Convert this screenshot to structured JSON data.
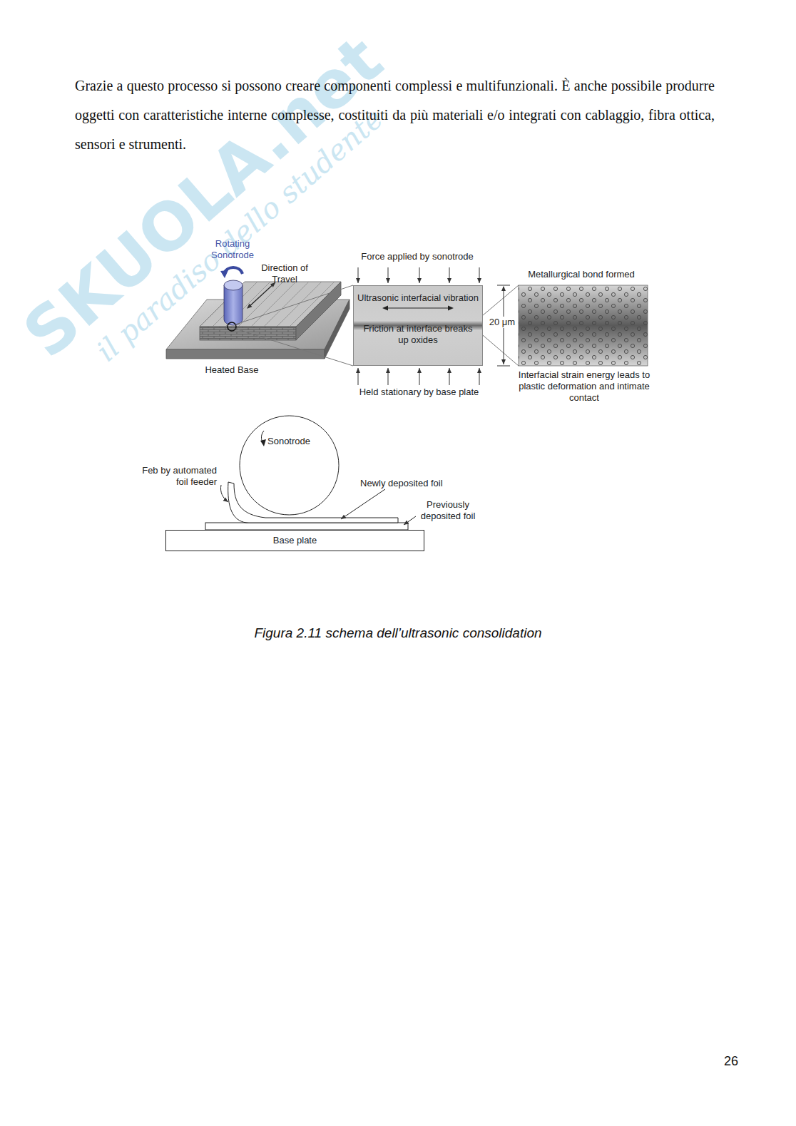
{
  "diagram": {
    "caption": "Figura 2.11 schema dell’ultrasonic consolidation",
    "nodes": [
      {
        "text": [
          "Ultrasonic interfacial vibration",
          "Friction at interface breaks up oxides"
        ]
      },
      {
        "text": [
          "Sonotrode"
        ]
      },
      {
        "text": [
          "Base plate"
        ]
      }
    ],
    "labels": [
      "SKUOLA.net",
      "il paradiso dello studente",
      "Grazie a questo processo si possono creare componenti complessi e multifunzionali. È anche possibile produrre oggetti con caratteristiche interne complesse, costituiti da più materiali e/o integrati con cablaggio, fibra ottica, sensori e strumenti.",
      "Rotating Sonotrode",
      "Direction of Travel",
      "Heated Base",
      "Force applied by sonotrode",
      "Held stationary by base plate",
      "20 μm",
      "Metallurgical bond formed",
      "Interfacial strain energy leads to plastic deformation and intimate contact",
      "Feb by automated foil feeder",
      "Newly deposited foil",
      "Previously deposited foil",
      "26"
    ]
  }
}
